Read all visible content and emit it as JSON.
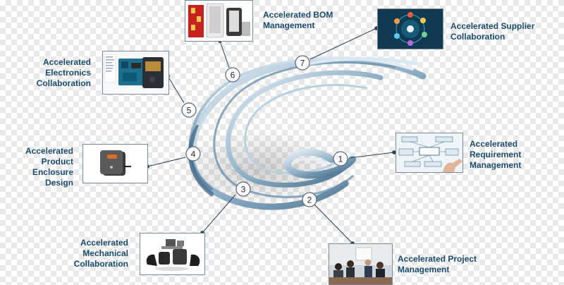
{
  "steps": [
    {
      "num": "1",
      "label": "Accelerated\nRequirement\nManagement"
    },
    {
      "num": "2",
      "label": "Accelerated Project\nManagement"
    },
    {
      "num": "3",
      "label": "Accelerated\nMechanical\nCollaboration"
    },
    {
      "num": "4",
      "label": "Accelerated\nProduct Enclosure\nDesign"
    },
    {
      "num": "5",
      "label": "Accelerated\nElectronics\nCollaboration"
    },
    {
      "num": "6",
      "label": "Accelerated BOM\nManagement"
    },
    {
      "num": "7",
      "label": "Accelerated Supplier\nCollaboration"
    }
  ],
  "colors": {
    "label_text": "#1a4a6b",
    "connector": "#2d3e4e",
    "circle_stroke": "#5a6670",
    "spiral_light": "#cfe0ec",
    "spiral_mid": "#8fb0c8",
    "spiral_dark": "#4e7592"
  }
}
